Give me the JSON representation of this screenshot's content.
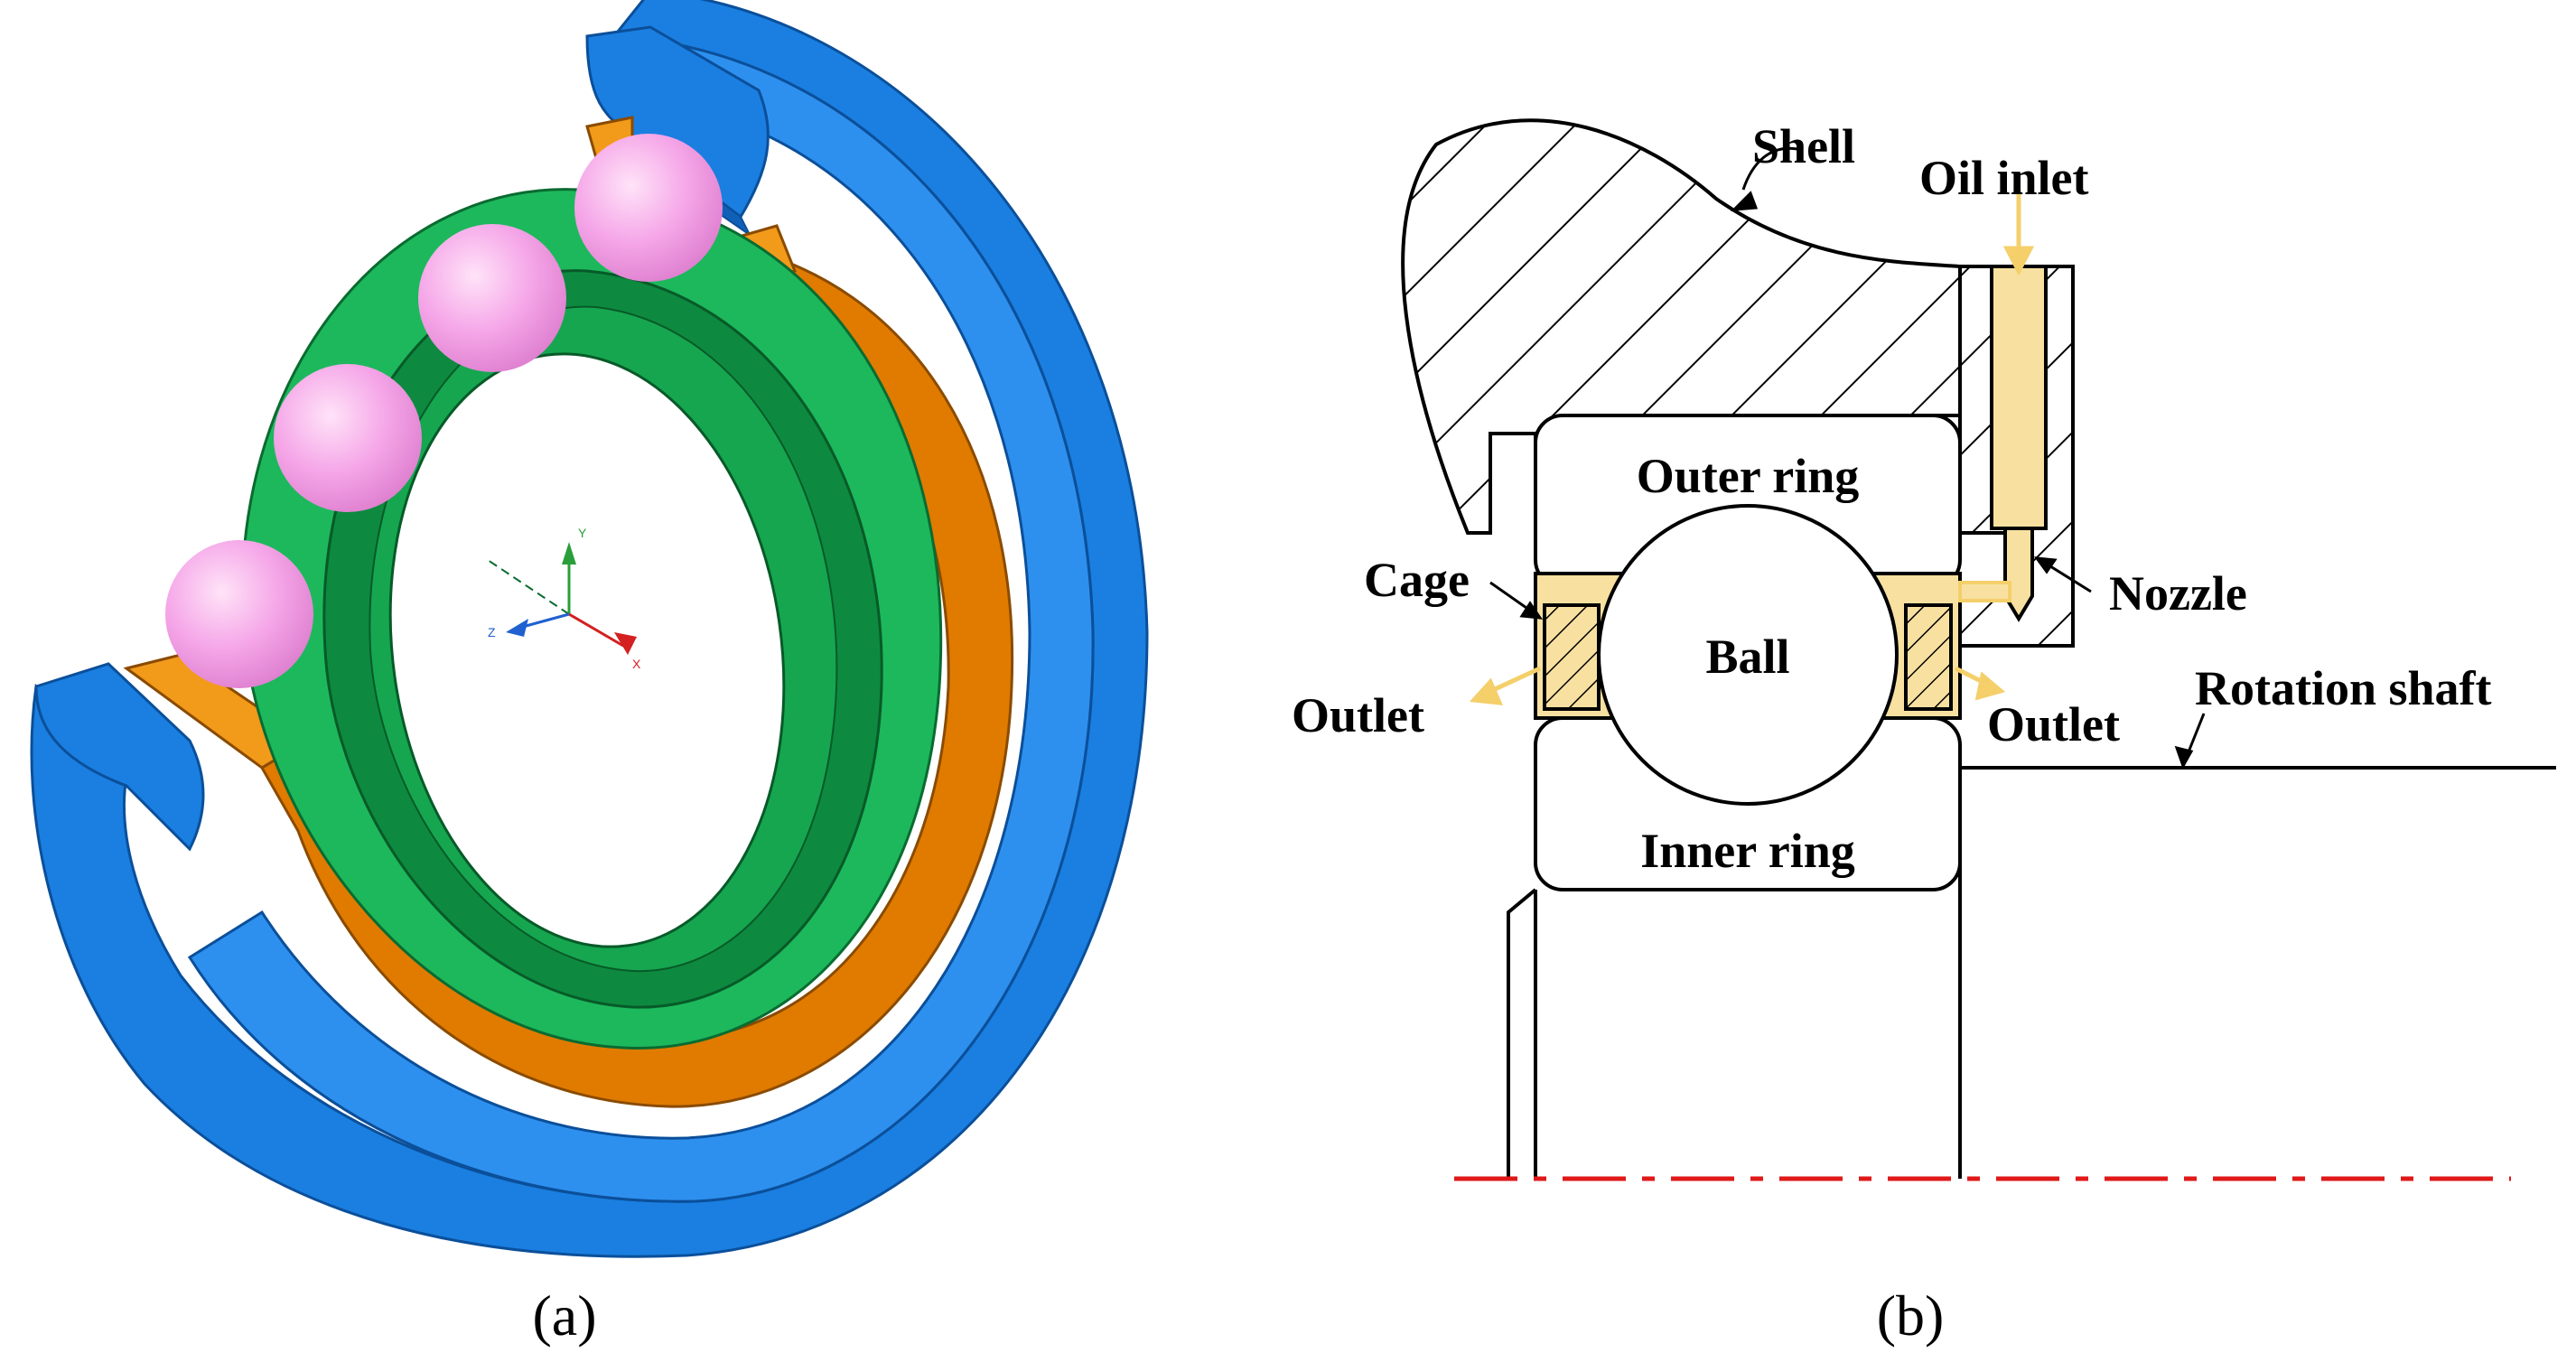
{
  "figure": {
    "panel_a": {
      "caption": "(a)"
    },
    "panel_b": {
      "caption": "(b)",
      "labels": {
        "shell": "Shell",
        "oil_inlet": "Oil inlet",
        "outer_ring": "Outer ring",
        "cage": "Cage",
        "nozzle": "Nozzle",
        "ball": "Ball",
        "outlet_left": "Outlet",
        "outlet_right": "Outlet",
        "rotation_shaft": "Rotation shaft",
        "inner_ring": "Inner ring"
      }
    }
  },
  "axis_triad": {
    "x": "X",
    "y": "Y",
    "z": "Z"
  },
  "colors": {
    "outer_ring": "#1a7fe0",
    "outer_ring_dark": "#1160b8",
    "cage": "#e07b00",
    "cage_dark": "#c66a00",
    "inner_ring": "#1db85c",
    "inner_ring_dark": "#0d8a3f",
    "ball": "#f59ee6",
    "ball_highlight": "#ffd6f6",
    "oil": "#f8e1a0",
    "oil_stroke": "#f4cf6a",
    "centerline": "#e01919"
  }
}
